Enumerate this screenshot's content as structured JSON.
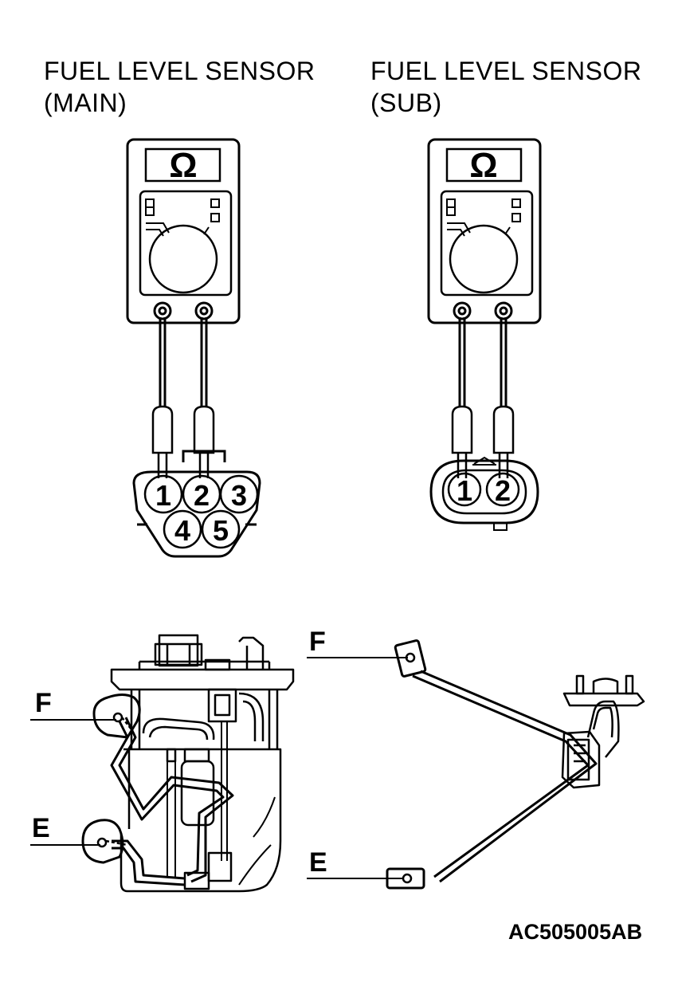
{
  "left_panel": {
    "title_line1": "FUEL LEVEL SENSOR",
    "title_line2": "(MAIN)",
    "meter_symbol": "Ω",
    "pins": [
      "1",
      "2",
      "3",
      "4",
      "5"
    ]
  },
  "right_panel": {
    "title_line1": "FUEL LEVEL SENSOR",
    "title_line2": "(SUB)",
    "meter_symbol": "Ω",
    "pins": [
      "1",
      "2"
    ]
  },
  "lower_left": {
    "label_f": "F",
    "label_e": "E"
  },
  "lower_right": {
    "label_f": "F",
    "label_e": "E"
  },
  "figure_code": "AC505005AB",
  "colors": {
    "ink": "#000000",
    "paper": "#ffffff"
  }
}
